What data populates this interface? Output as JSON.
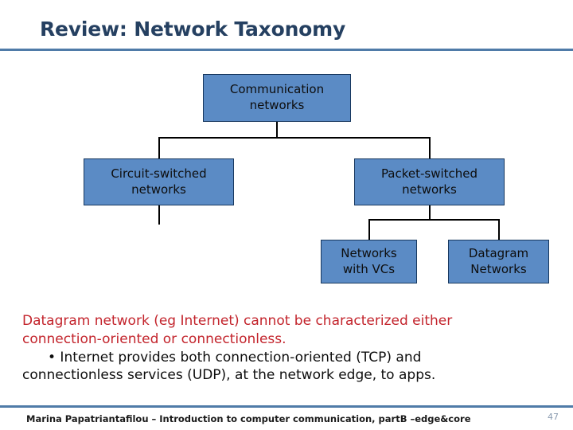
{
  "slide": {
    "title": "Review: Network Taxonomy",
    "accent_color": "#4f7ba8",
    "title_color": "#254061",
    "node_fill": "#5b8bc5",
    "node_border": "#17375e",
    "highlight_color": "#c3242c"
  },
  "diagram": {
    "nodes": {
      "root": "Communication\nnetworks",
      "root_line1": "Communication",
      "root_line2": "networks",
      "circuit_line1": "Circuit-switched",
      "circuit_line2": "networks",
      "packet_line1": "Packet-switched",
      "packet_line2": "networks",
      "vc_line1": "Networks",
      "vc_line2": "with VCs",
      "datagram_line1": "Datagram",
      "datagram_line2": "Networks"
    }
  },
  "body": {
    "line1": "Datagram network  (eg Internet) cannot be characterized either",
    "line2": "connection-oriented or connectionless.",
    "line3": "• Internet provides both connection-oriented (TCP) and",
    "line4": "connectionless services (UDP), at the network edge,  to apps."
  },
  "footer": {
    "text": "Marina Papatriantafilou –  Introduction to computer communication, partB –edge&core",
    "page_number": "47"
  }
}
